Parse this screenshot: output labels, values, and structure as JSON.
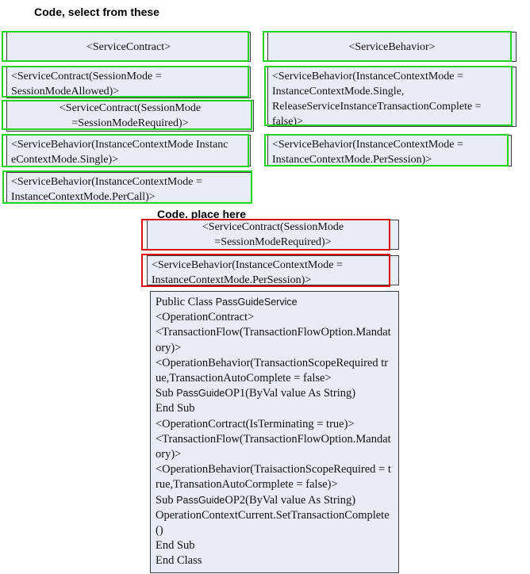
{
  "headings": {
    "source": "Code, select from these",
    "target": "Code. place here"
  },
  "source_items": [
    {
      "id": "sc",
      "text": "<ServiceContract>"
    },
    {
      "id": "sb",
      "text": "<ServiceBehavior>"
    },
    {
      "id": "sc_allowed",
      "text": "<ServiceContract(SessionMode = SessionModeAllowed)>"
    },
    {
      "id": "sb_single_release",
      "text": "<ServiceBehavior(InstanceContextMode = InstanceContextMode.Single, ReleaseServiceInstanceTransactionComplete = false)>"
    },
    {
      "id": "sc_required",
      "text": "<ServiceContract(SessionMode =SessionModeRequired)>"
    },
    {
      "id": "sb_single",
      "text": "<ServiceBehavior(InstanceContextMode Instanc eContextMode.Single)>"
    },
    {
      "id": "sb_persession",
      "text": "<ServiceBehavior(InstanceContextMode = InstanceContextMode.PerSession)>"
    },
    {
      "id": "sb_percall",
      "text": "<ServiceBehavior(InstanceContextMode = InstanceContextMode.PerCall)>"
    }
  ],
  "placed_items": [
    {
      "id": "placed_sc_required",
      "text": "<ServiceContract(SessionMode =SessionModeRequired)>"
    },
    {
      "id": "placed_sb_persession",
      "text": "<ServiceBehavior(InstanceContextMode = InstanceContextMode.PerSession)>"
    }
  ],
  "code": {
    "class_prefix": "Public Class ",
    "class_name": "PassGuideService",
    "op_contract_1": "<OperationContract>",
    "tx_flow_1": "<TransactionFlow(TransactionFlowOption.Mandatory)>",
    "op_behavior_1": "<OperationBehavior(TransactionScopeRequired true,TransactionAutoComplete = false>",
    "sub1_prefix": "Sub ",
    "sub1_name": "PassGuide",
    "sub1_suffix": "OP1(ByVal value As String)",
    "end_sub_1": "End Sub",
    "op_contract_2": "<OperationCortract(IsTerminating = true)>",
    "tx_flow_2": "<TransactionFlow(TransactionFlowOption.Mandatory)>",
    "op_behavior_2": "<OperationBehavior(TraisactionScopeRequired = true,TransationAutoCormplete = false)>",
    "sub2_prefix": "Sub ",
    "sub2_name": "PassGuide",
    "sub2_suffix": "OP2(ByVal value As String)",
    "complete_call": "OperationContextCurrent.SetTransactionComplete()",
    "end_sub_2": "End Sub",
    "end_class": "End Class"
  },
  "colors": {
    "tile_bg": "#e8ecf5",
    "frame_green": "#22d322",
    "frame_red": "#dd1111"
  }
}
